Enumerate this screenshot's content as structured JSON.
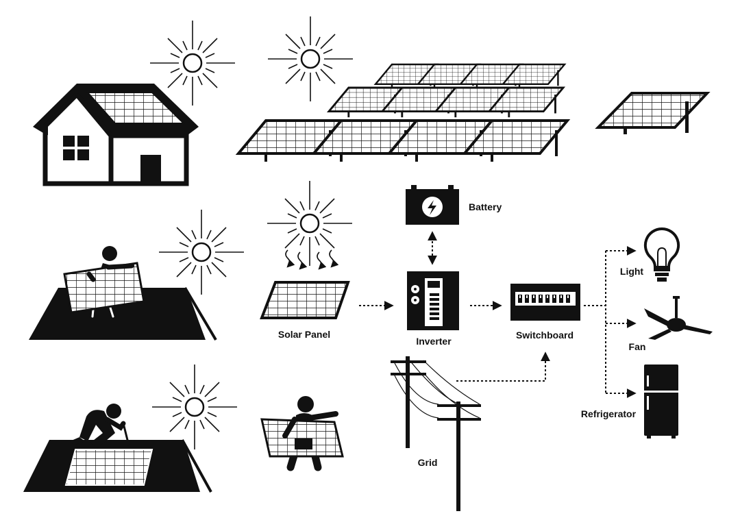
{
  "labels": {
    "battery": "Battery",
    "solar_panel": "Solar Panel",
    "inverter": "Inverter",
    "switchboard": "Switchboard",
    "grid": "Grid",
    "light": "Light",
    "fan": "Fan",
    "refrigerator": "Refrigerator"
  },
  "colors": {
    "ink": "#111111",
    "background": "#ffffff"
  },
  "icons": [
    "house-with-solar-roof-icon",
    "sun-icon",
    "solar-farm-icon",
    "solar-panel-on-stand-icon",
    "person-carrying-panel-on-roof-icon",
    "person-installing-panel-on-roof-icon",
    "person-carrying-panel-icon",
    "battery-icon",
    "inverter-icon",
    "switchboard-icon",
    "utility-pole-icon",
    "light-bulb-icon",
    "ceiling-fan-icon",
    "refrigerator-icon"
  ]
}
